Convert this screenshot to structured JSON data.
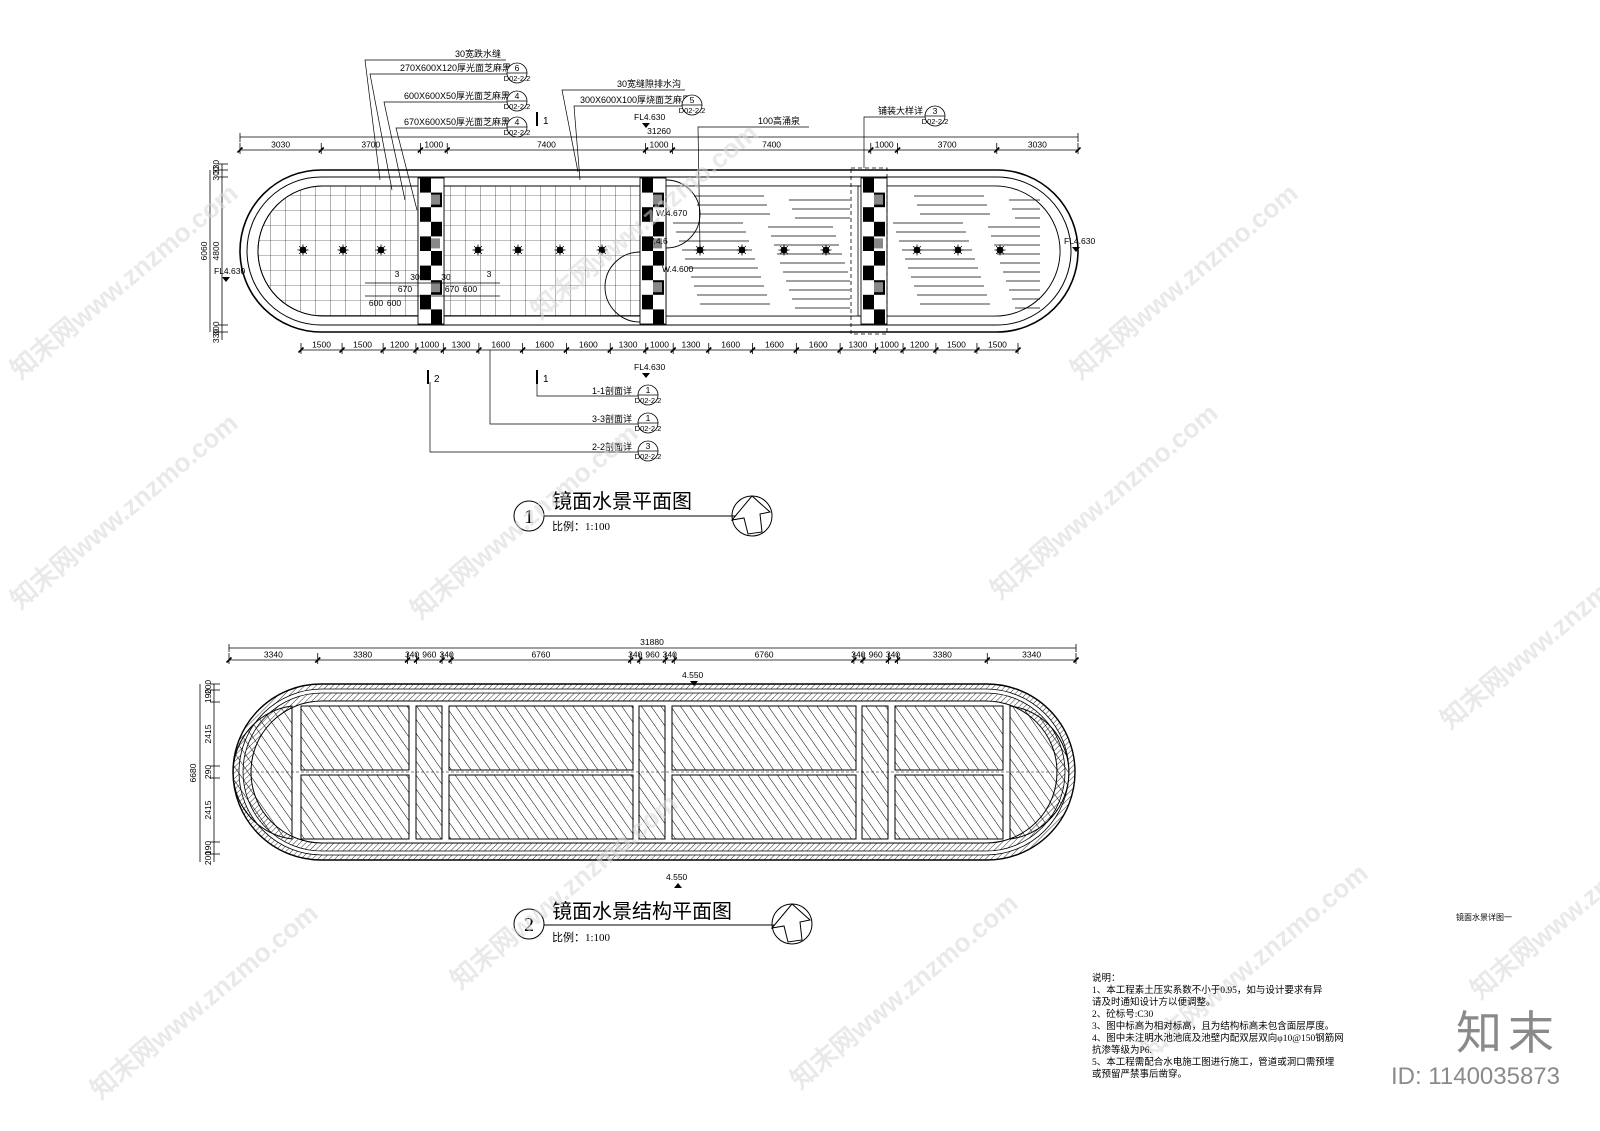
{
  "drawing1": {
    "number": "1",
    "title": "镜面水景平面图",
    "scale": "比例：1:100",
    "top_dims": [
      "3030",
      "3700",
      "1000",
      "7400",
      "1000",
      "7400",
      "1000",
      "3700",
      "3030"
    ],
    "total": "31260",
    "bottom_dims": [
      "1500",
      "1500",
      "1200",
      "1000",
      "1300",
      "1600",
      "1600",
      "1600",
      "1300",
      "1000",
      "1300",
      "1600",
      "1600",
      "1600",
      "1300",
      "1000",
      "1200",
      "1500",
      "1500"
    ],
    "left_dims": [
      "330",
      "300",
      "6060",
      "4800",
      "300",
      "330"
    ],
    "levels": [
      "FL4.630",
      "FL4.630",
      "FL4.630",
      "FL4.630",
      "W.4.670",
      "W.4.6",
      "W.4.600"
    ],
    "small_dims": [
      "670",
      "30",
      "670",
      "600",
      "600",
      "600",
      "30",
      "3",
      "3"
    ],
    "callouts_top": [
      {
        "text": "30宽跌水缝",
        "num": "",
        "ref": ""
      },
      {
        "text": "270X600X120厚光面芝麻黑",
        "num": "6",
        "ref": "D02-2.2"
      },
      {
        "text": "600X600X50厚光面芝麻黑",
        "num": "4",
        "ref": "D02-2.2"
      },
      {
        "text": "670X600X50厚光面芝麻黑",
        "num": "4",
        "ref": "D02-2.2"
      },
      {
        "text": "30宽缝隙排水沟",
        "num": "",
        "ref": ""
      },
      {
        "text": "300X600X100厚烧面芝麻黑",
        "num": "5",
        "ref": "D02-2.2"
      },
      {
        "text": "100高涌泉",
        "num": "",
        "ref": ""
      },
      {
        "text": "铺装大样详",
        "num": "3",
        "ref": "D02-2.2"
      }
    ],
    "callouts_bottom": [
      {
        "text": "1-1剖面详",
        "num": "1",
        "ref": "D02-2.2"
      },
      {
        "text": "3-3剖面详",
        "num": "1",
        "ref": "D02-2.2"
      },
      {
        "text": "2-2剖面详",
        "num": "3",
        "ref": "D02-2.2"
      }
    ],
    "section_marks": [
      "1",
      "1",
      "2"
    ]
  },
  "drawing2": {
    "number": "2",
    "title": "镜面水景结构平面图",
    "scale": "比例：1:100",
    "top_dims": [
      "3340",
      "3380",
      "340",
      "960",
      "340",
      "6760",
      "340",
      "960",
      "340",
      "6760",
      "340",
      "960",
      "340",
      "3380",
      "3340"
    ],
    "total": "31880",
    "left_dims": [
      "200",
      "190",
      "2415",
      "290",
      "2415",
      "190",
      "200",
      "6680"
    ],
    "levels": [
      "4.550",
      "4.550"
    ]
  },
  "sheet_name": "镜面水景详图一",
  "notes": {
    "title": "说明：",
    "items": [
      "1、本工程素土压实系数不小于0.95，如与设计要求有异",
      "请及时通知设计方以便调整。",
      "2、砼标号:C30",
      "3、图中标高为相对标高，且为结构标高未包含面层厚度。",
      "4、图中未注明水池池底及池壁内配双层双向φ10@150钢筋网",
      "抗渗等级为P6.",
      "5、本工程需配合水电施工图进行施工，管道或洞口需预埋",
      "或预留严禁事后凿穿。"
    ]
  },
  "watermark": "知末网www.znzmo.com",
  "brand": {
    "logo": "知末",
    "id": "ID: 1140035873"
  }
}
